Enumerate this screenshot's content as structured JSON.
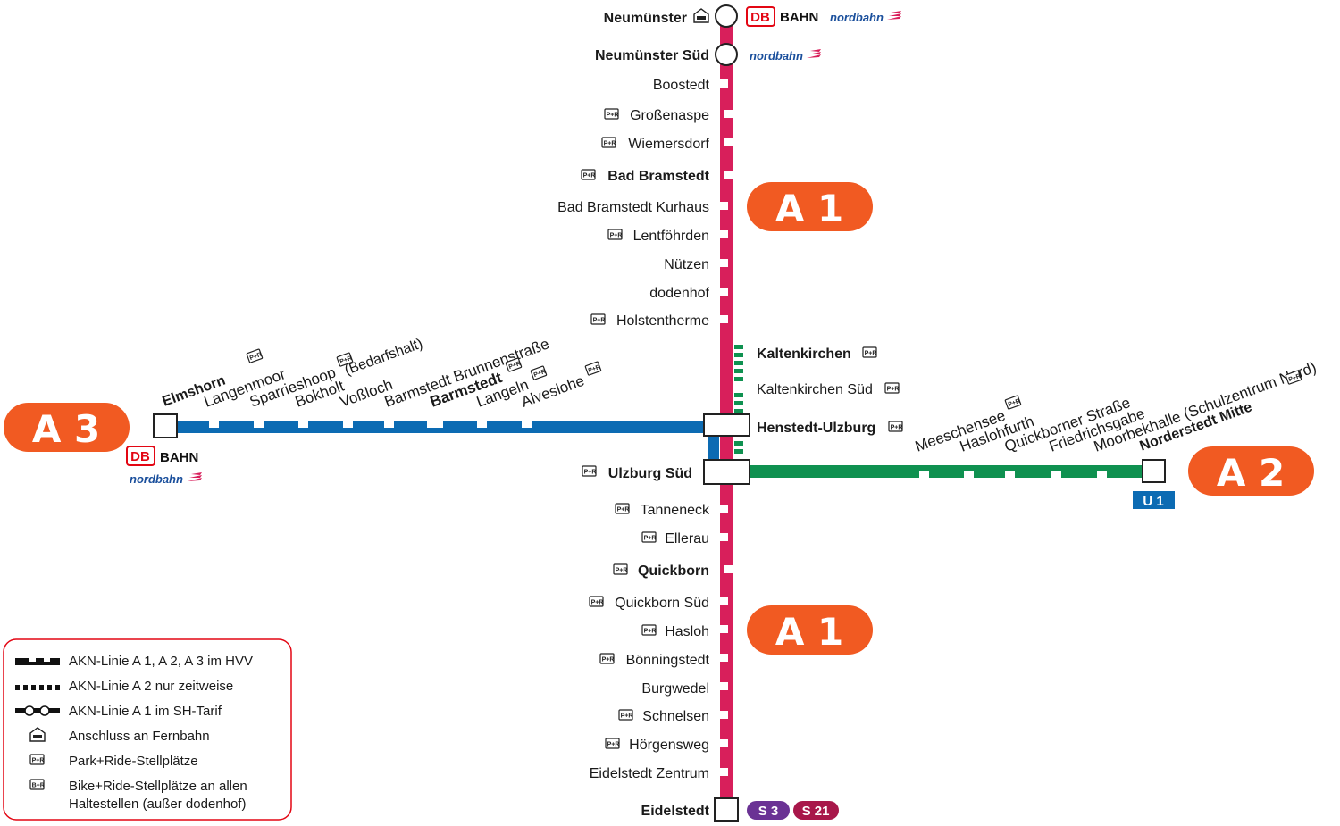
{
  "colors": {
    "A1": "#d81f5b",
    "A2": "#0f9150",
    "A3": "#0c6bb3",
    "label": "#f15a22",
    "U1": "#0c6bb3",
    "S3": "#6a3294",
    "S21": "#a8174a",
    "db_red": "#e30613",
    "legend_border": "#e30613"
  },
  "line_labels": {
    "a1_top": "A 1",
    "a1_bottom": "A 1",
    "a2": "A 2",
    "a3": "A 3"
  },
  "main_stations": {
    "neumuenster": "Neumünster",
    "neumuenster_sued": "Neumünster Süd",
    "boostedt": "Boostedt",
    "grossenaspe": "Großenaspe",
    "wiemersdorf": "Wiemersdorf",
    "bad_bramstedt": "Bad Bramstedt",
    "bad_bramstedt_kurhaus": "Bad Bramstedt Kurhaus",
    "lentfoehrden": "Lentföhrden",
    "nuetzen": "Nützen",
    "dodenhof": "dodenhof",
    "holstentherme": "Holstentherme",
    "kaltenkirchen": "Kaltenkirchen",
    "kaltenkirchen_sued": "Kaltenkirchen Süd",
    "henstedt_ulzburg": "Henstedt-Ulzburg",
    "ulzburg_sued": "Ulzburg Süd",
    "tanneneck": "Tanneneck",
    "ellerau": "Ellerau",
    "quickborn": "Quickborn",
    "quickborn_sued": "Quickborn Süd",
    "hasloh": "Hasloh",
    "boenningstedt": "Bönningstedt",
    "burgwedel": "Burgwedel",
    "schnelsen": "Schnelsen",
    "hoergensweg": "Hörgensweg",
    "eidelstedt_zentrum": "Eidelstedt Zentrum",
    "eidelstedt": "Eidelstedt"
  },
  "a3_stations": {
    "elmshorn": "Elmshorn",
    "langenmoor": "Langenmoor",
    "sparrieshoop": "Sparrieshoop",
    "bokholt": "Bokholt",
    "bokholt_note": "(Bedarfshalt)",
    "vossloch": "Voßloch",
    "brunnenstrasse": "Barmstedt Brunnenstraße",
    "barmstedt": "Barmstedt",
    "langeln": "Langeln",
    "alveslohe": "Alveslohe"
  },
  "a2_stations": {
    "meeschensee": "Meeschensee",
    "haslohfurth": "Haslohfurth",
    "quickborner_strasse": "Quickborner Straße",
    "friedrichsgabe": "Friedrichsgabe",
    "moorbekhalle": "Moorbekhalle (Schulzentrum Nord)",
    "norderstedt_mitte": "Norderstedt Mitte"
  },
  "operators": {
    "db": "DB",
    "bahn": "BAHN",
    "nordbahn": "nordbahn"
  },
  "badges": {
    "u1": "U 1",
    "s3": "S 3",
    "s21": "S 21"
  },
  "pr_symbol": "P+R",
  "legend": {
    "item1": "AKN-Linie A 1, A 2, A 3 im HVV",
    "item2": "AKN-Linie A 2 nur zeitweise",
    "item3": "AKN-Linie A 1 im SH-Tarif",
    "item4": "Anschluss an Fernbahn",
    "item5": "Park+Ride-Stellplätze",
    "item6_line1": "Bike+Ride-Stellplätze an allen",
    "item6_line2": "Haltestellen (außer dodenhof)"
  }
}
